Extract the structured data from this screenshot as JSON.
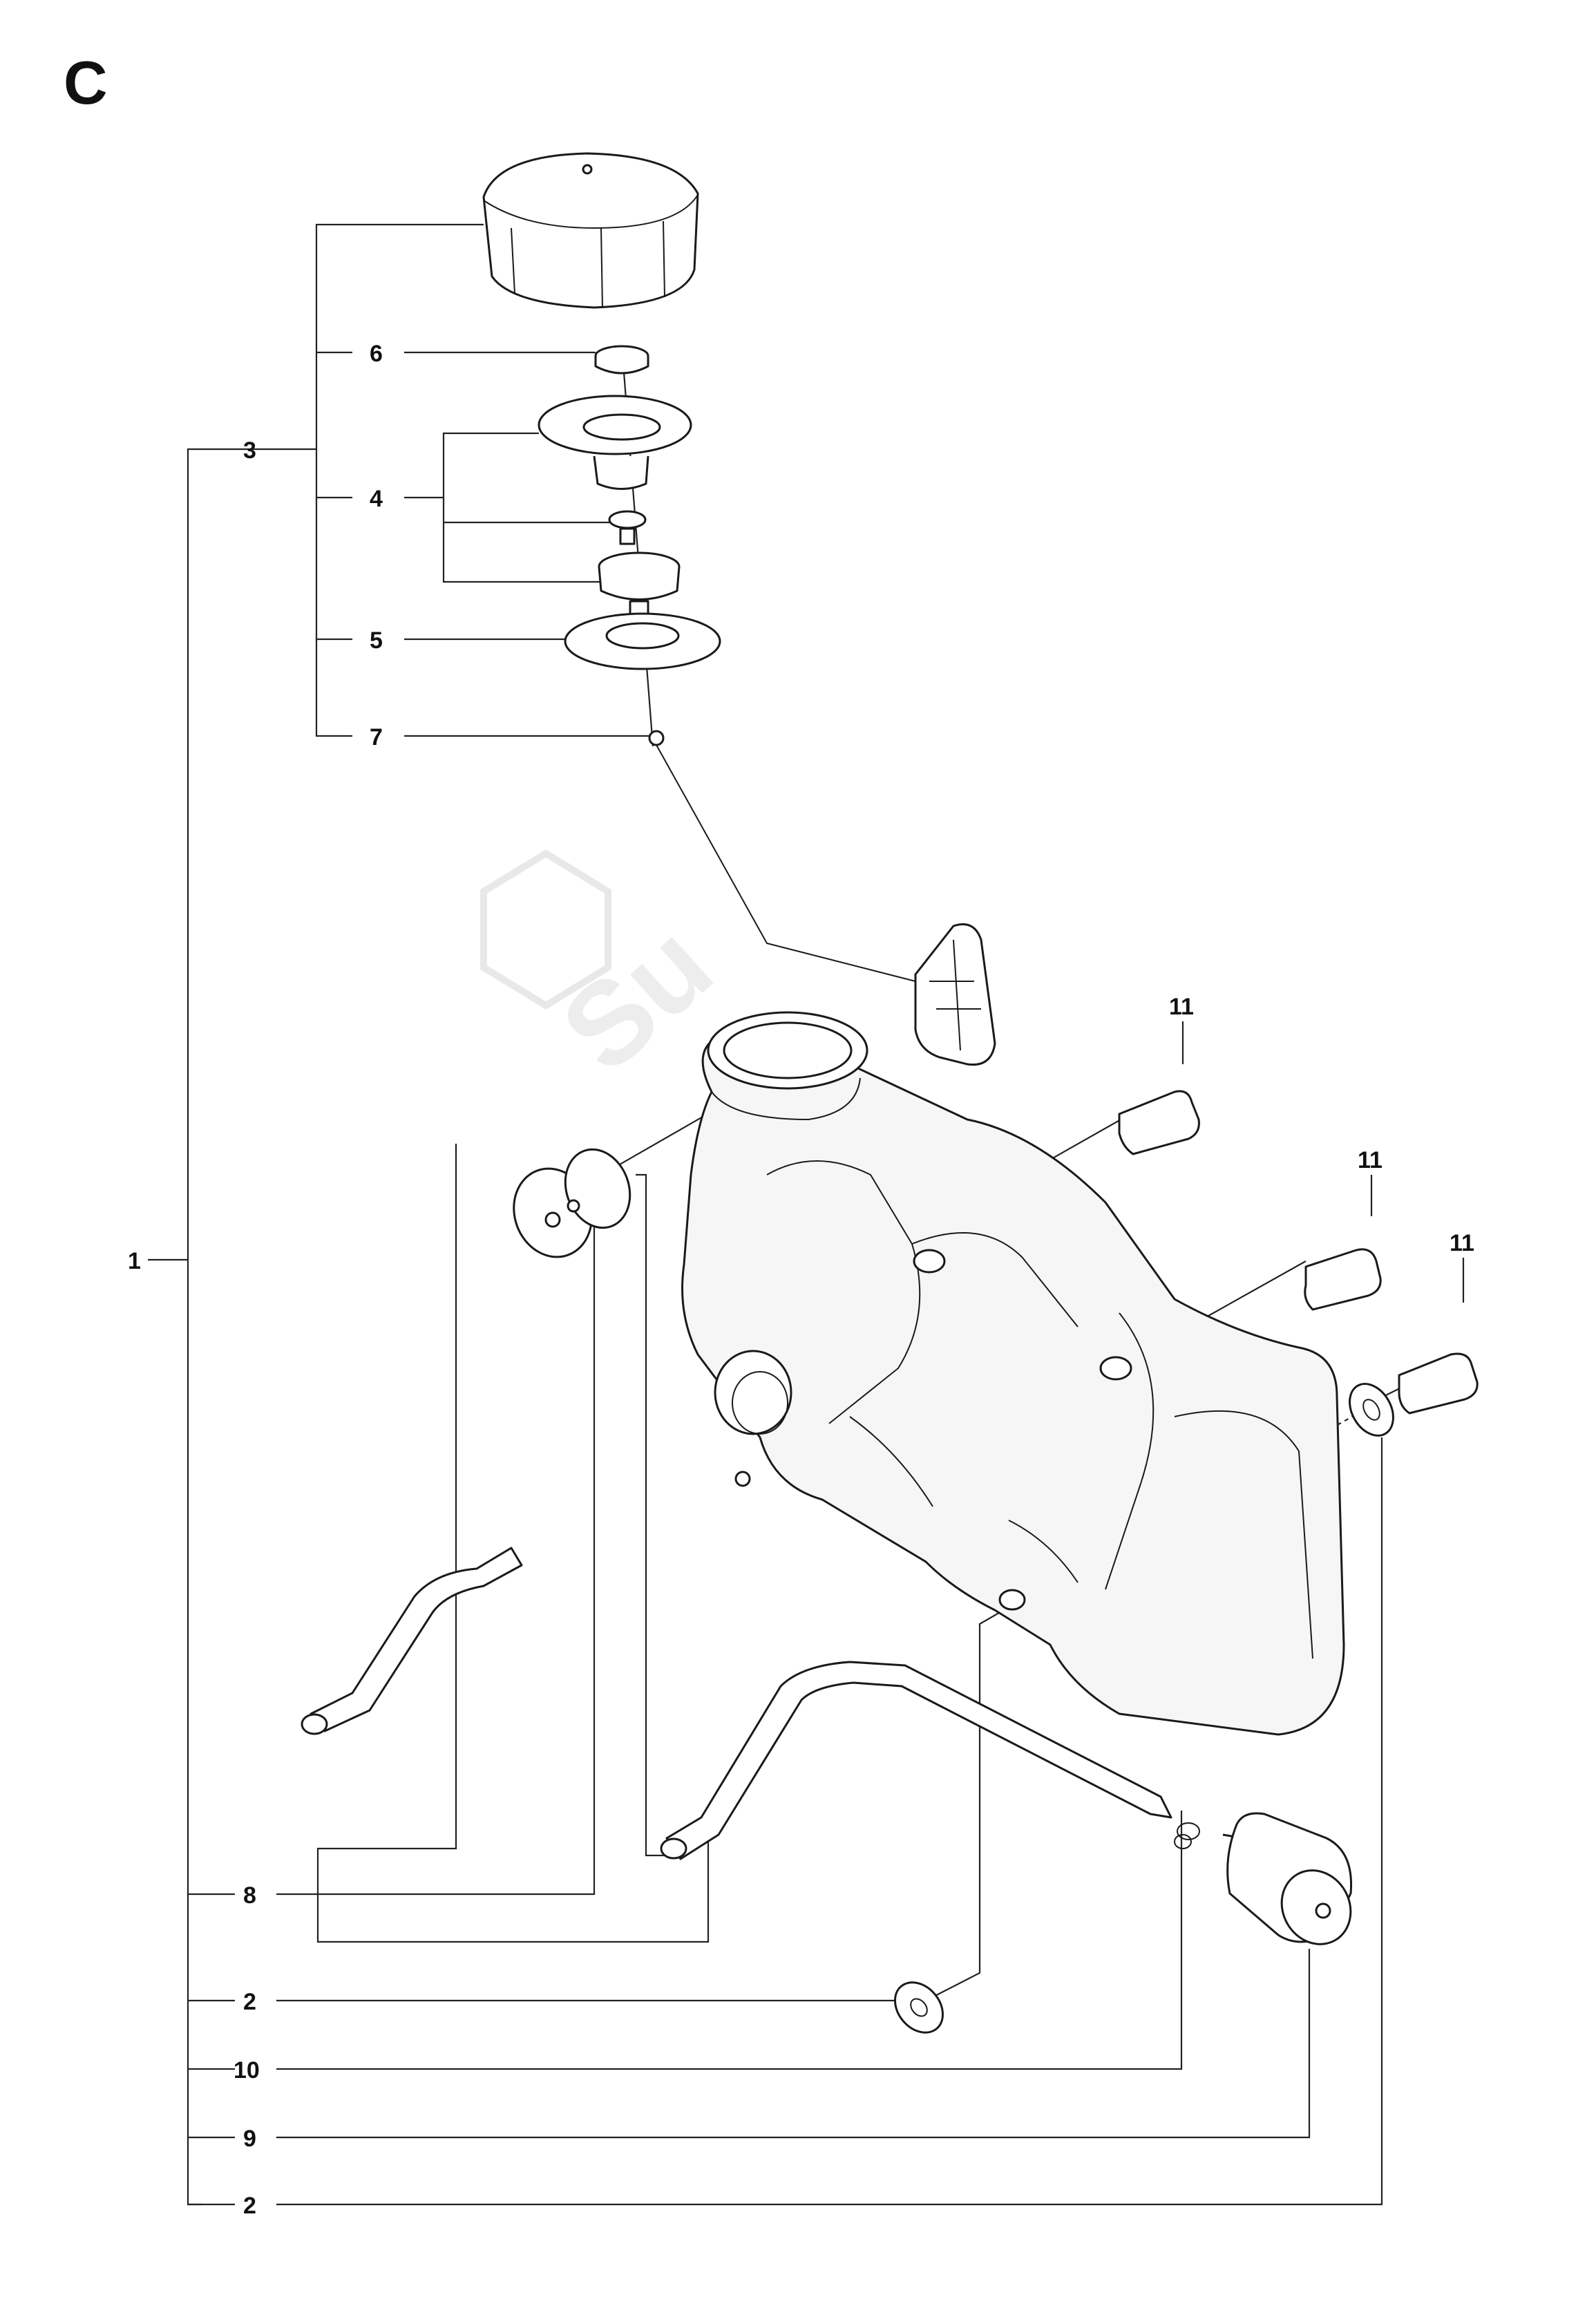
{
  "section_letter": "C",
  "callouts": {
    "c1": "1",
    "c2a": "2",
    "c2b": "2",
    "c3": "3",
    "c4": "4",
    "c5": "5",
    "c6": "6",
    "c7": "7",
    "c8": "8",
    "c9": "9",
    "c10": "10",
    "c11a": "11",
    "c11b": "11",
    "c11c": "11"
  },
  "watermark": {
    "brand_text": "Su"
  }
}
